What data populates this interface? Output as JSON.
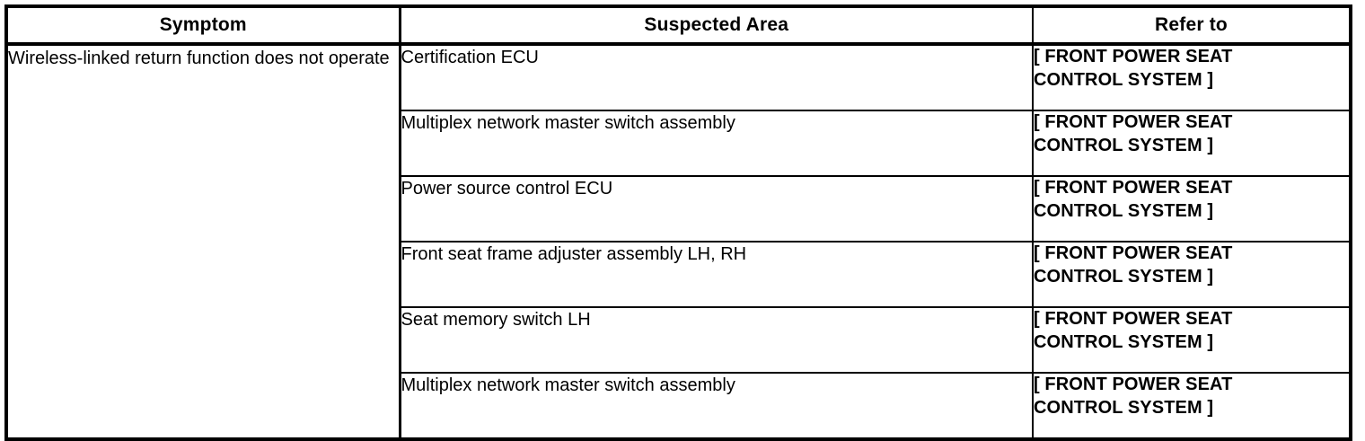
{
  "table": {
    "headers": {
      "symptom": "Symptom",
      "suspected_area": "Suspected Area",
      "refer_to": "Refer to"
    },
    "symptom": "Wireless-linked return function does not operate",
    "refer_to_line1": "[ FRONT POWER SEAT",
    "refer_to_line2": "CONTROL SYSTEM ]",
    "rows": [
      {
        "suspected_area": "Certification ECU",
        "refer_line1": "[ FRONT POWER SEAT",
        "refer_line2": "CONTROL SYSTEM ]"
      },
      {
        "suspected_area": "Multiplex network master switch assembly",
        "refer_line1": "[ FRONT POWER SEAT",
        "refer_line2": "CONTROL SYSTEM ]"
      },
      {
        "suspected_area": "Power source control ECU",
        "refer_line1": "[ FRONT POWER SEAT",
        "refer_line2": "CONTROL SYSTEM ]"
      },
      {
        "suspected_area": "Front seat frame adjuster assembly LH, RH",
        "refer_line1": "[ FRONT POWER SEAT",
        "refer_line2": "CONTROL SYSTEM ]"
      },
      {
        "suspected_area": "Seat memory switch LH",
        "refer_line1": "[ FRONT POWER SEAT",
        "refer_line2": "CONTROL SYSTEM ]"
      },
      {
        "suspected_area": "Multiplex network master switch assembly",
        "refer_line1": "[ FRONT POWER SEAT",
        "refer_line2": "CONTROL SYSTEM ]"
      }
    ]
  },
  "colors": {
    "border": "#000000",
    "text": "#000000",
    "background": "#ffffff"
  }
}
